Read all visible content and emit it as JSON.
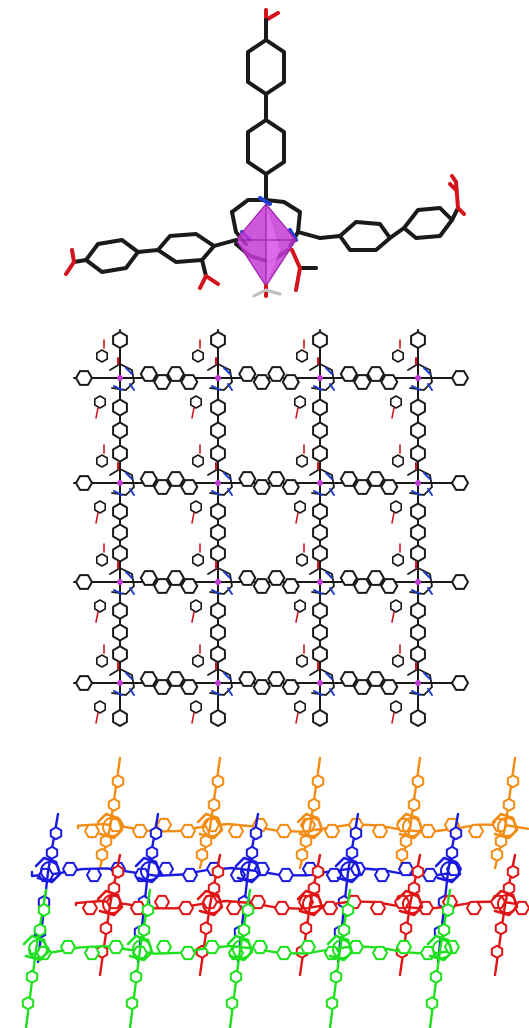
{
  "figure": {
    "panels": [
      {
        "id": "monomer-unit",
        "atom_colors": {
          "carbon": "#1a1a1a",
          "nitrogen": "#1f3fcf",
          "oxygen": "#d4141c",
          "metal": "#c43bd4",
          "hydrogen": "#bfbfbf"
        }
      },
      {
        "id": "2d-grid-layer",
        "rows": 4,
        "columns": 4
      },
      {
        "id": "interpenetrated-layers",
        "layer_colors": [
          "#f28c14",
          "#1a1ae0",
          "#e01414",
          "#1ee01e"
        ]
      }
    ]
  }
}
